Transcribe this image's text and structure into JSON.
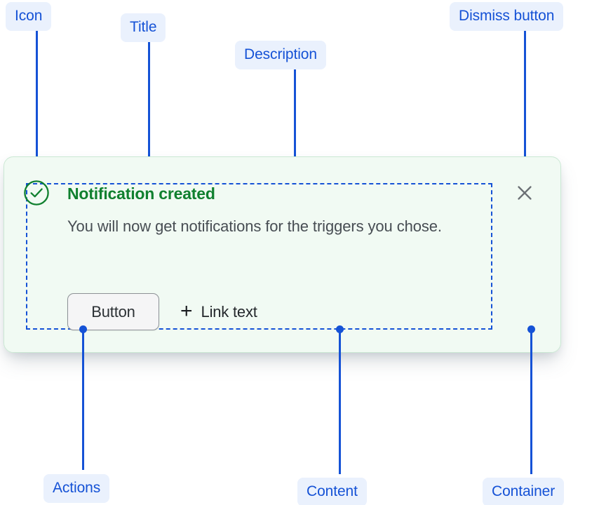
{
  "annotations": [
    {
      "id": "icon",
      "label": "Icon"
    },
    {
      "id": "title",
      "label": "Title"
    },
    {
      "id": "desc",
      "label": "Description"
    },
    {
      "id": "dismiss",
      "label": "Dismiss button"
    },
    {
      "id": "actions",
      "label": "Actions"
    },
    {
      "id": "content",
      "label": "Content"
    },
    {
      "id": "container",
      "label": "Container"
    }
  ],
  "notification": {
    "status": "success",
    "icon": "check-circle-icon",
    "title": "Notification created",
    "description": "You will now get notifications for the triggers you chose.",
    "actions": {
      "button_label": "Button",
      "link_icon": "plus-icon",
      "link_label": "Link text"
    },
    "dismiss_icon": "close-icon"
  },
  "colors": {
    "annotation_text": "#1552d6",
    "annotation_pill_bg": "#eaf1fd",
    "card_bg": "#f1faf3",
    "card_border": "#cbe8d4",
    "title_green": "#10802f",
    "description_gray": "#474d53",
    "dismiss_gray": "#6b7075",
    "button_bg": "#f5f5f6",
    "button_border": "#8d9196"
  }
}
